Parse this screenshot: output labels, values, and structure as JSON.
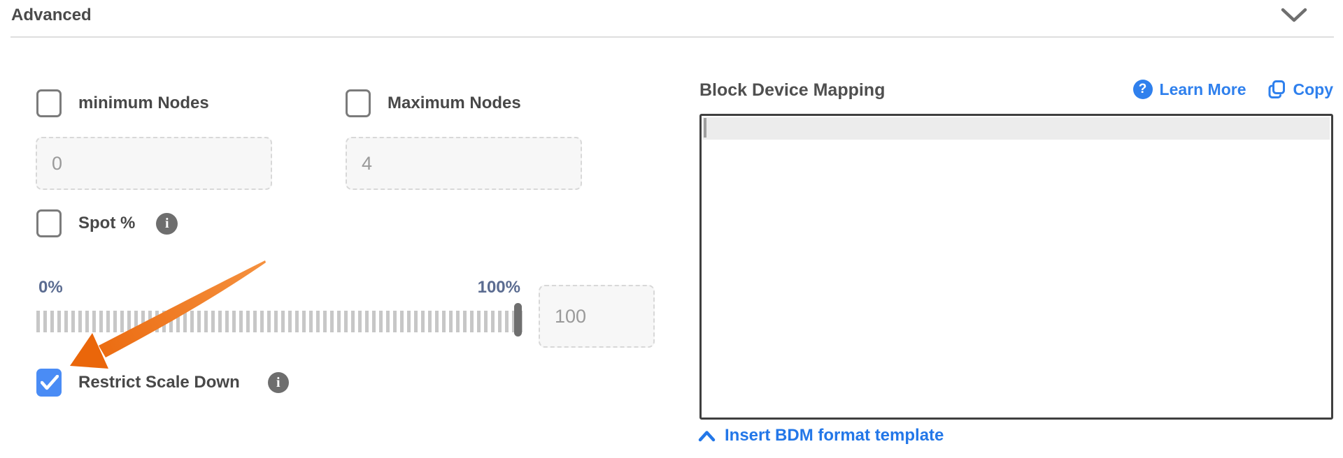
{
  "header": {
    "title": "Advanced"
  },
  "panel": {
    "min_nodes_label": "minimum Nodes",
    "min_nodes_value": "0",
    "min_nodes_checked": false,
    "max_nodes_label": "Maximum Nodes",
    "max_nodes_value": "4",
    "max_nodes_checked": false,
    "spot_label": "Spot %",
    "slider_min_label": "0%",
    "slider_max_label": "100%",
    "slider_value_percent": 100,
    "spot_percent_value": "100",
    "restrict_label": "Restrict Scale Down",
    "restrict_checked": true
  },
  "bdm": {
    "title": "Block Device Mapping",
    "learn_more_label": "Learn More",
    "copy_label": "Copy",
    "editor_value": "",
    "insert_template_label": "Insert BDM format template"
  },
  "icons": {
    "question_mark": "?",
    "info": "i"
  },
  "colors": {
    "link_blue": "#2f80ed",
    "insert_link_blue": "#2377e8",
    "checkbox_checked_blue": "#4a8cf5",
    "slider_label_blue_gray": "#5b6c91",
    "arrow_orange_start": "#f5913f",
    "arrow_orange_end": "#ea660a",
    "text_dark": "#4a4a4a",
    "input_text_gray": "#9a9a9a"
  }
}
